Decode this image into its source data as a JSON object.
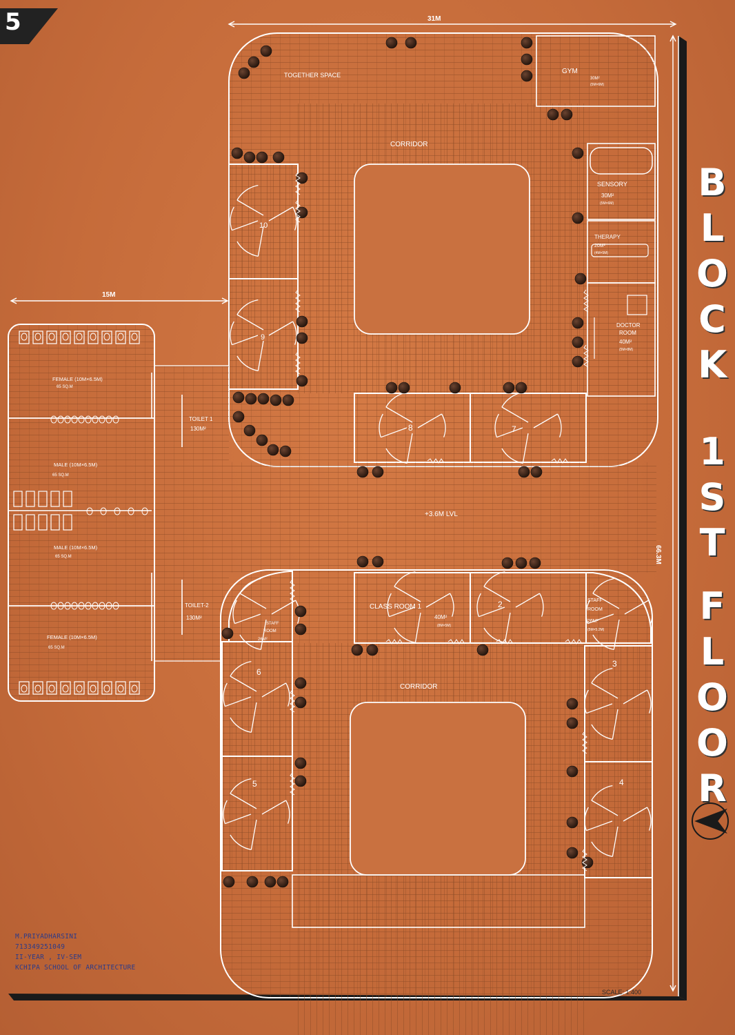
{
  "sheet_number": "5",
  "title_letters": [
    "B",
    "L",
    "O",
    "C",
    "K",
    "1",
    "S",
    "T",
    "F",
    "L",
    "O",
    "O",
    "R"
  ],
  "dimensions": {
    "top": "31M",
    "left": "15M",
    "right": "66.3M"
  },
  "level_note": "+3.6M LVL",
  "scale_note": "SCALE: 1:400",
  "credits": [
    "M.PRIYADHARSINI",
    "713349251049",
    "II-YEAR , IV-SEM",
    "KCHIPA SCHOOL OF ARCHITECTURE"
  ],
  "labels": {
    "together_space": "TOGETHER SPACE",
    "gym": "GYM",
    "gym_area": "30M²",
    "gym_dims": "(5M×6M)",
    "corridor_top": "CORRIDOR",
    "corridor_bottom": "CORRIDOR",
    "sensory": "SENSORY",
    "sensory_area": "30M²",
    "sensory_dims": "(5M×6M)",
    "therapy": "THERAPY",
    "therapy_area": "20M²",
    "therapy_dims": "(4M×5M)",
    "doctor_1": "DOCTOR",
    "doctor_2": "ROOM",
    "doctor_area": "40M²",
    "doctor_dims": "(5M×8M)",
    "class10": "10",
    "class9": "9",
    "class8": "8",
    "class7": "7",
    "class1": "CLASS ROOM 1",
    "class1_area": "40M²",
    "class1_dims": "(8M×5M)",
    "class2": "2",
    "class3": "3",
    "class4": "4",
    "class5": "5",
    "class6": "6",
    "staff_left_1": "STAFF",
    "staff_left_2": "ROOM",
    "staff_left_area": "26M²",
    "staff_right_1": "STAFF",
    "staff_right_2": "ROOM",
    "staff_right_area": "26M²",
    "staff_right_dims": "(5M×5.2M)",
    "female_top": "FEMALE (10M×6.5M)",
    "female_top_area": "65 SQ.M",
    "male_top": "MALE (10M×6.5M)",
    "male_top_area": "65 SQ.M",
    "male_bottom": "MALE (10M×6.5M)",
    "male_bottom_area": "65 SQ.M",
    "female_bottom": "FEMALE (10M×6.5M)",
    "female_bottom_area": "65 SQ.M",
    "toilet1": "TOILET 1",
    "toilet1_area": "130M²",
    "toilet2": "TOILET-2",
    "toilet2_area": "130M²"
  },
  "colors": {
    "paper": "#c56b3a",
    "line": "#ffffff",
    "hatch": "#8a4a25",
    "tree": "#3a2418"
  }
}
